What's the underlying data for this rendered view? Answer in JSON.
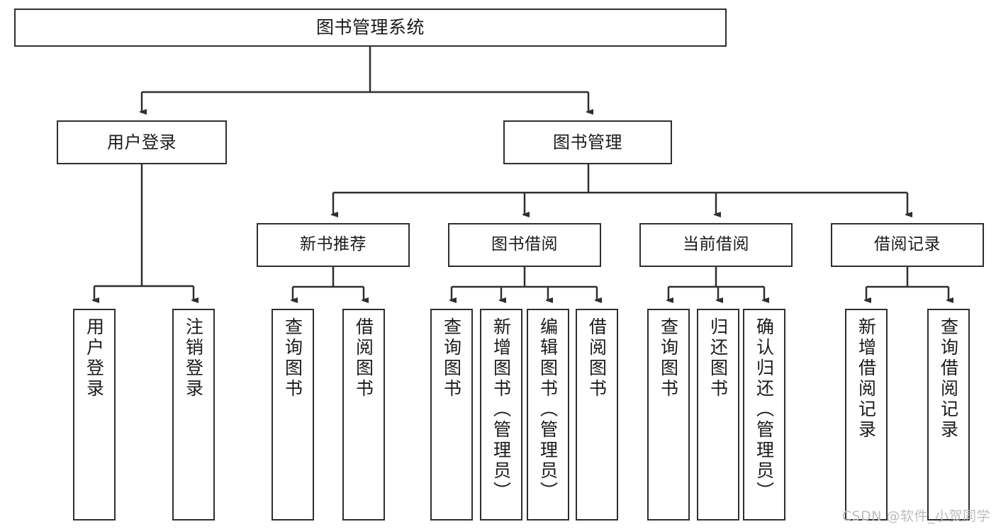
{
  "diagram": {
    "title_node": {
      "id": "root",
      "label": "图书管理系统"
    },
    "level2": [
      {
        "id": "user-login",
        "label": "用户登录"
      },
      {
        "id": "book-management",
        "label": "图书管理"
      }
    ],
    "level3": [
      {
        "id": "new-book-recommend",
        "label": "新书推荐"
      },
      {
        "id": "book-borrow",
        "label": "图书借阅"
      },
      {
        "id": "current-borrow",
        "label": "当前借阅"
      },
      {
        "id": "borrow-record",
        "label": "借阅记录"
      }
    ],
    "leaves": [
      {
        "id": "leaf-user-login",
        "label": "用户登录",
        "parent": "user-login"
      },
      {
        "id": "leaf-logout-login",
        "label": "注销登录",
        "parent": "user-login"
      },
      {
        "id": "leaf-query-book-1",
        "label": "查询图书",
        "parent": "new-book-recommend"
      },
      {
        "id": "leaf-borrow-book-1",
        "label": "借阅图书",
        "parent": "new-book-recommend"
      },
      {
        "id": "leaf-query-book-2",
        "label": "查询图书",
        "parent": "book-borrow"
      },
      {
        "id": "leaf-add-book-admin",
        "label": "新增图书（管理员）",
        "parent": "book-borrow"
      },
      {
        "id": "leaf-edit-book-admin",
        "label": "编辑图书（管理员）",
        "parent": "book-borrow"
      },
      {
        "id": "leaf-borrow-book-2",
        "label": "借阅图书",
        "parent": "book-borrow"
      },
      {
        "id": "leaf-query-book-3",
        "label": "查询图书",
        "parent": "current-borrow"
      },
      {
        "id": "leaf-return-book",
        "label": "归还图书",
        "parent": "current-borrow"
      },
      {
        "id": "leaf-confirm-return-admin",
        "label": "确认归还（管理员）",
        "parent": "current-borrow"
      },
      {
        "id": "leaf-add-borrow-record",
        "label": "新增借阅记录",
        "parent": "borrow-record"
      },
      {
        "id": "leaf-query-borrow-record",
        "label": "查询借阅记录",
        "parent": "borrow-record"
      }
    ],
    "watermark": "CSDN @软件_小贺同学",
    "colors": {
      "stroke": "#2f2f2f",
      "fill": "#ffffff",
      "text": "#1b1b1b",
      "watermark": "#bdbdbd"
    }
  }
}
